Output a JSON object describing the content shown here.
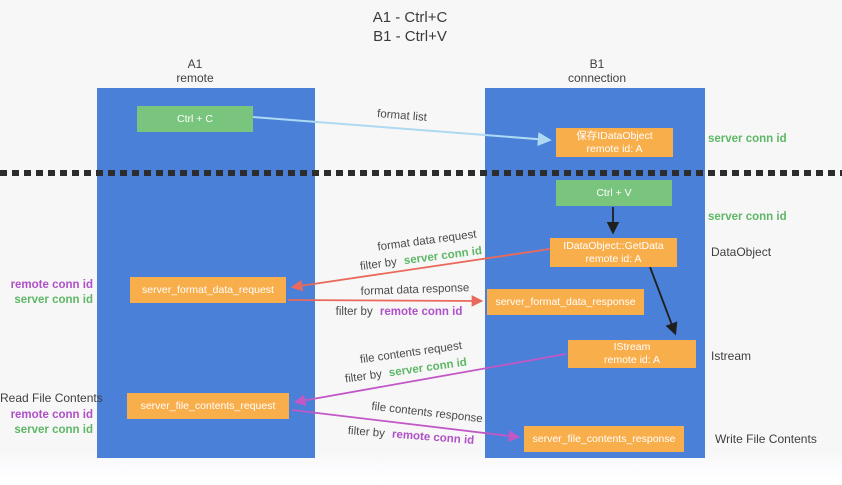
{
  "title": {
    "line1": "A1 - Ctrl+C",
    "line2": "B1 - Ctrl+V"
  },
  "lanes": {
    "a1": {
      "name": "A1",
      "subtitle": "remote"
    },
    "b1": {
      "name": "B1",
      "subtitle": "connection"
    }
  },
  "nodes": {
    "ctrl_c": {
      "label": "Ctrl + C"
    },
    "ctrl_v": {
      "label": "Ctrl + V"
    },
    "save_idataobject": {
      "line1": "保存IDataObject",
      "line2": "remote id: A"
    },
    "getdata": {
      "line1": "IDataObject::GetData",
      "line2": "remote id: A"
    },
    "istream": {
      "line1": "IStream",
      "line2": "remote id: A"
    },
    "format_request": {
      "label": "server_format_data_request"
    },
    "format_response": {
      "label": "server_format_data_response"
    },
    "file_request": {
      "label": "server_file_contents_request"
    },
    "file_response": {
      "label": "server_file_contents_response"
    }
  },
  "left_labels": {
    "remote_conn_id_1": "remote conn id",
    "server_conn_id_1": "server conn id",
    "read_file_contents": "Read File Contents",
    "remote_conn_id_2": "remote conn id",
    "server_conn_id_2": "server conn id"
  },
  "right_labels": {
    "server_conn_id_1": "server conn id",
    "server_conn_id_2": "server conn id",
    "dataobject": "DataObject",
    "istream": "Istream",
    "write_file_contents": "Write File Contents"
  },
  "arrow_labels": {
    "format_list": "format list",
    "format_data_request": "format data request",
    "format_data_response": "format data response",
    "file_contents_request": "file contents request",
    "file_contents_response": "file contents response",
    "filter_by": "filter by",
    "server_conn_id": "server conn id",
    "remote_conn_id": "remote conn id"
  },
  "colors": {
    "lane_blue": "#4a80d8",
    "node_green": "#79c57d",
    "node_orange": "#f9ae4c",
    "label_green": "#5db766",
    "label_purple": "#b050c8",
    "arrow_red": "#e96a5c",
    "arrow_magenta": "#c158c6",
    "arrow_light_blue": "#aed9f2",
    "arrow_black": "#1f1f1f"
  }
}
